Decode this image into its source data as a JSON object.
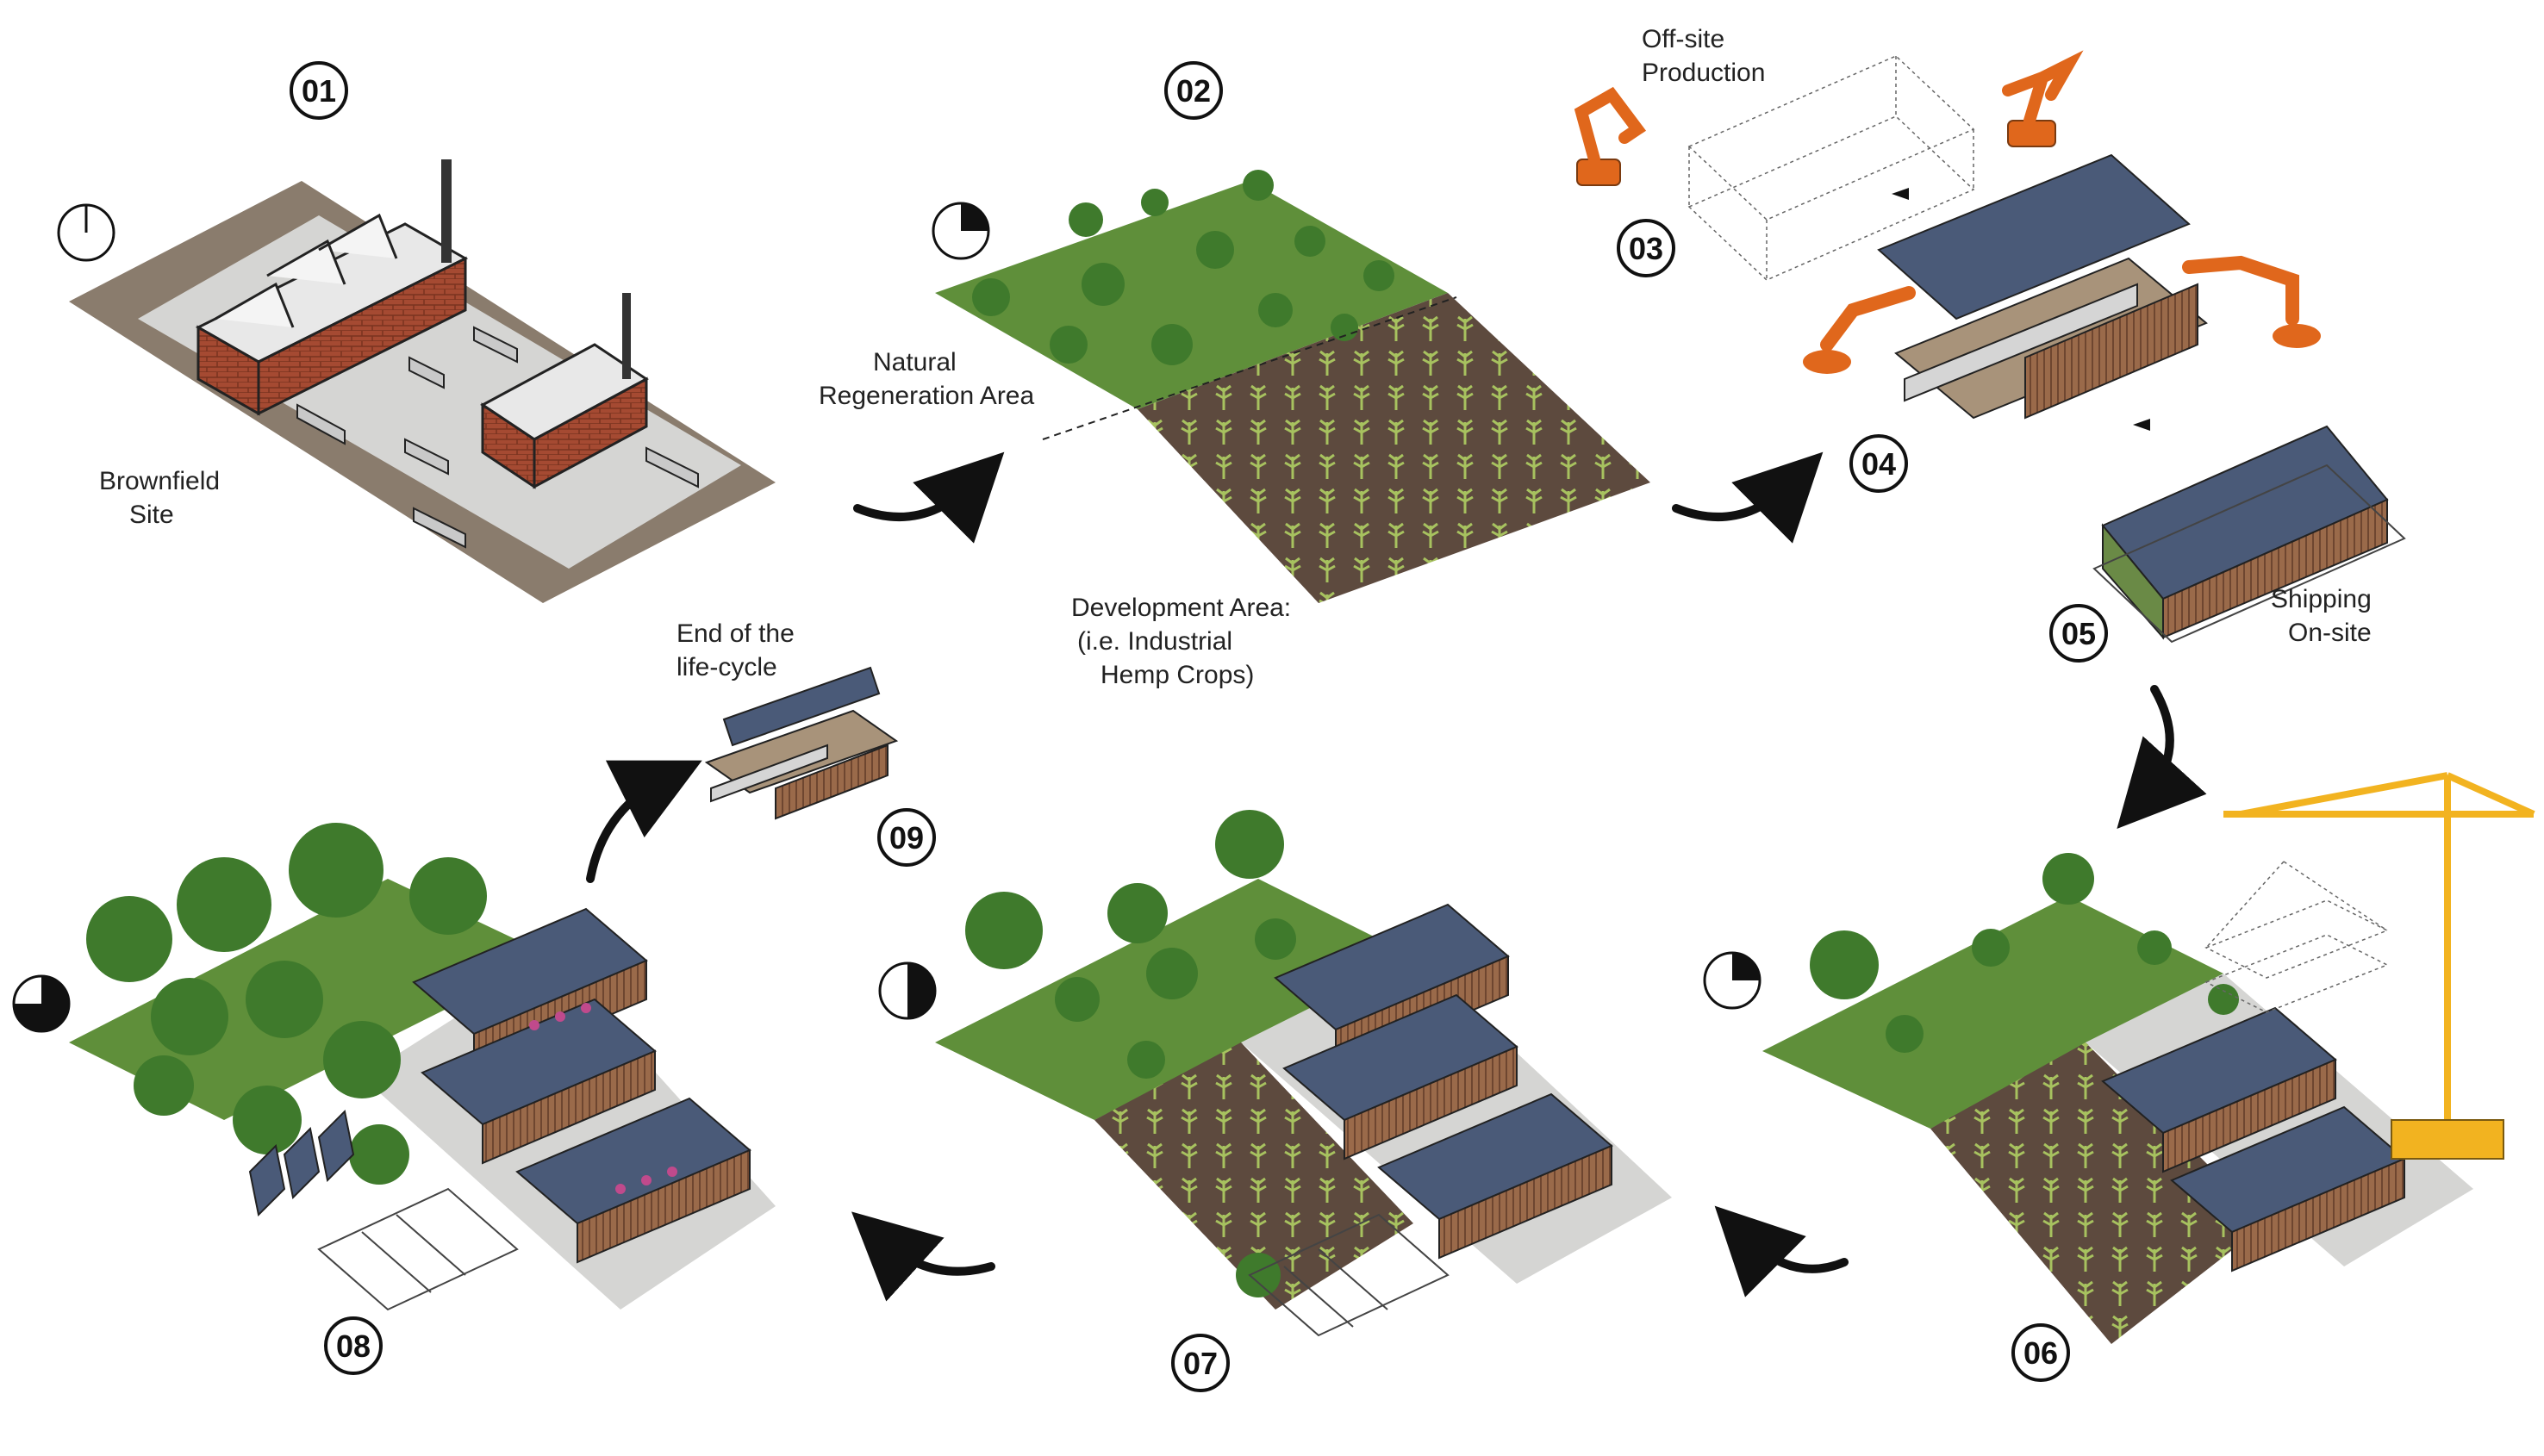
{
  "steps": [
    {
      "number": "01",
      "label_lines": [
        "Brownfield",
        "Site"
      ],
      "clock": "0"
    },
    {
      "number": "02",
      "label_lines": [
        "Natural",
        "Regeneration Area"
      ],
      "clock": "0.25"
    },
    {
      "number": "03",
      "label_lines": [
        "Off-site",
        "Production"
      ]
    },
    {
      "number": "04",
      "label_lines": []
    },
    {
      "number": "05",
      "label_lines": [
        "Shipping",
        "On-site"
      ]
    },
    {
      "number": "06",
      "label_lines": [],
      "clock": "0.25"
    },
    {
      "number": "07",
      "label_lines": [],
      "clock": "0.5"
    },
    {
      "number": "08",
      "label_lines": [],
      "clock": "0.75"
    },
    {
      "number": "09",
      "label_lines": [
        "End of the",
        "life-cycle"
      ]
    }
  ],
  "development_label_lines": [
    "Development Area:",
    "(i.e. Industrial",
    "Hemp Crops)"
  ],
  "colors": {
    "ground": "#8a7c6d",
    "pavement": "#d5d5d3",
    "brick": "#a54a32",
    "roof": "#e8e8e8",
    "grass": "#5f8f3a",
    "tree": "#3f7a2c",
    "soil": "#5d4a3e",
    "robot": "#e0671c",
    "panel": "#4a5a78",
    "crane": "#f2b320"
  }
}
